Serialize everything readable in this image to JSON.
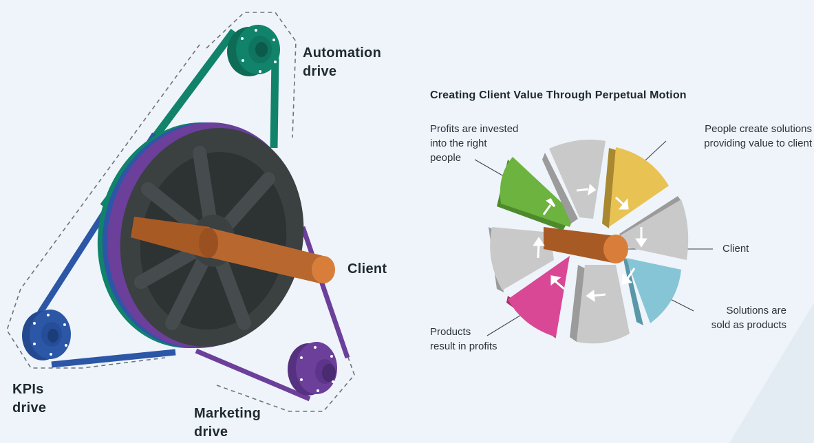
{
  "colors": {
    "background": "#eef4fa",
    "wheel": "#3b4041",
    "axle": "#a85a25",
    "automation": "#11836a",
    "kpis": "#2c56a6",
    "marketing": "#6b3f9a",
    "green": "#6cb33f",
    "yellow": "#e9c254",
    "blue": "#86c5d6",
    "pink": "#d94895",
    "gray": "#c9c9c9"
  },
  "left_diagram": {
    "labels": {
      "automation": "Automation\ndrive",
      "client": "Client",
      "kpis": "KPIs\ndrive",
      "marketing": "Marketing\ndrive"
    }
  },
  "right_diagram": {
    "title": "Creating Client Value Through Perpetual Motion",
    "labels": {
      "profits_invested": "Profits are invested\ninto the right\npeople",
      "people_create": "People create solutions\nproviding value to client",
      "client": "Client",
      "solutions_sold": "Solutions are\nsold as products",
      "products_profits": "Products\nresult in profits"
    }
  }
}
